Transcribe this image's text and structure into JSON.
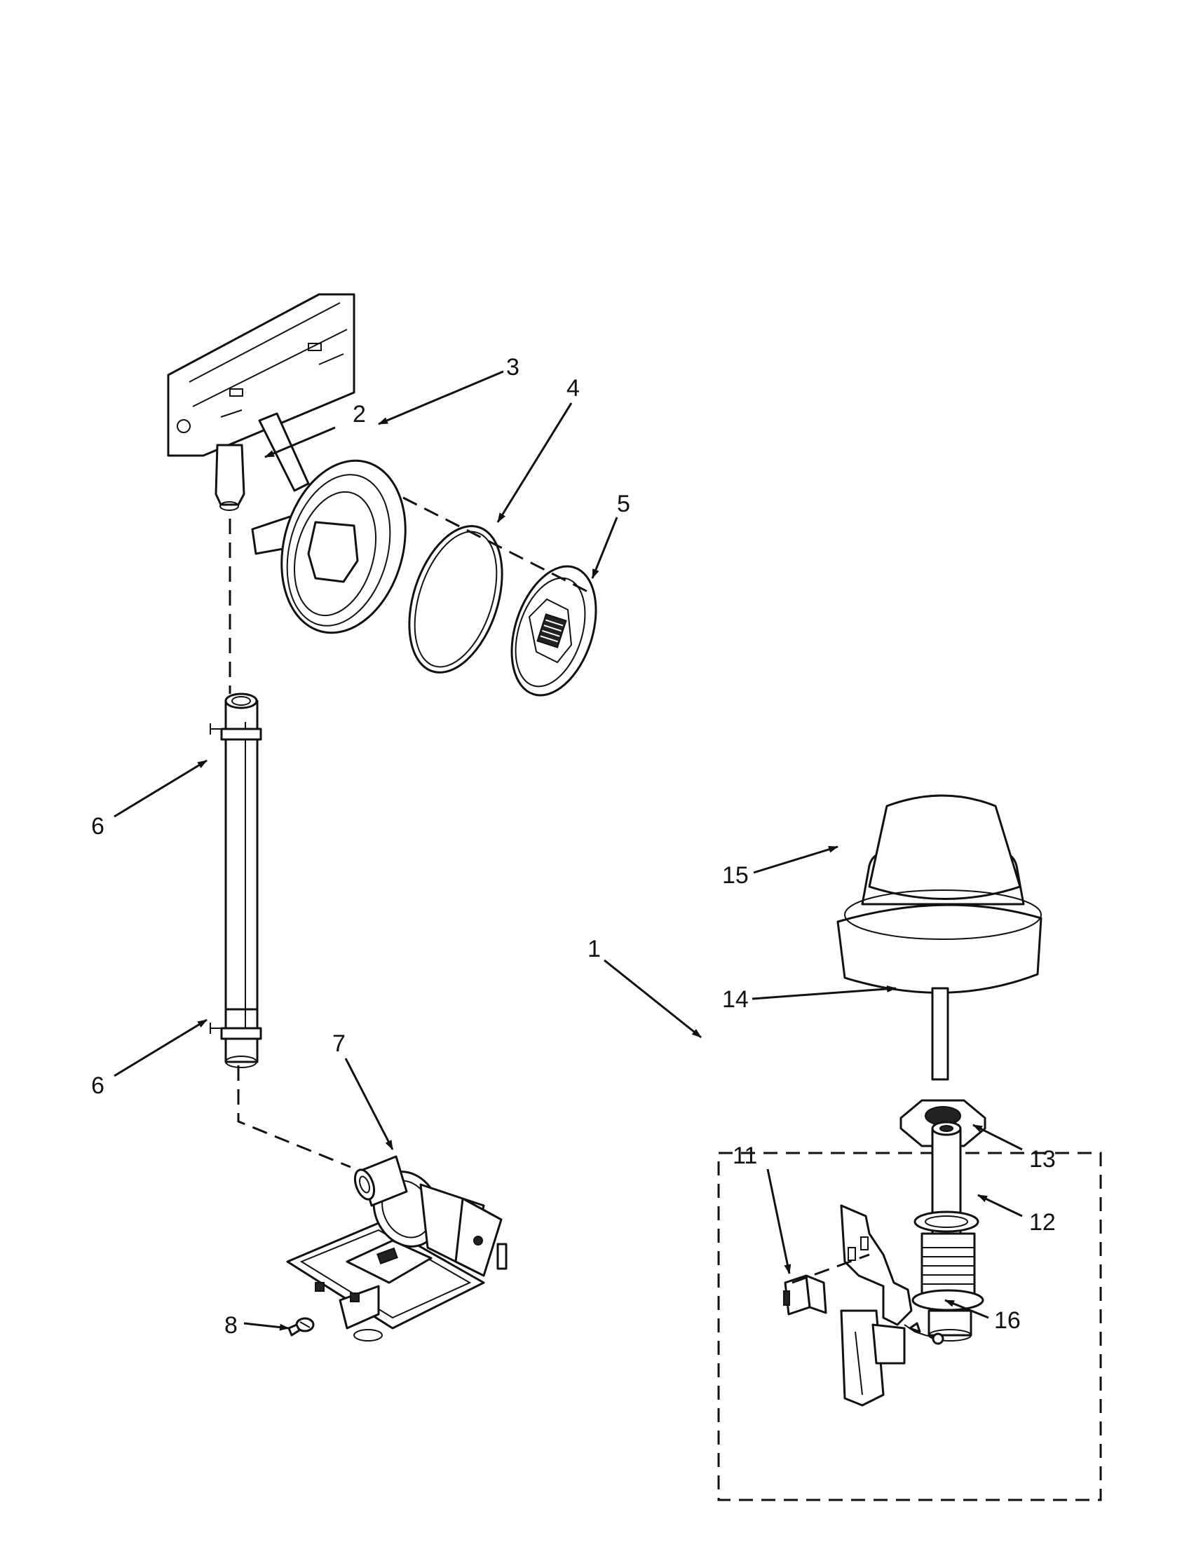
{
  "callouts": {
    "c1": "1",
    "c2": "2",
    "c3": "3",
    "c4": "4",
    "c5": "5",
    "c6a": "6",
    "c6b": "6",
    "c7": "7",
    "c8": "8",
    "c11": "11",
    "c12": "12",
    "c13": "13",
    "c14": "14",
    "c15": "15",
    "c16": "16"
  }
}
